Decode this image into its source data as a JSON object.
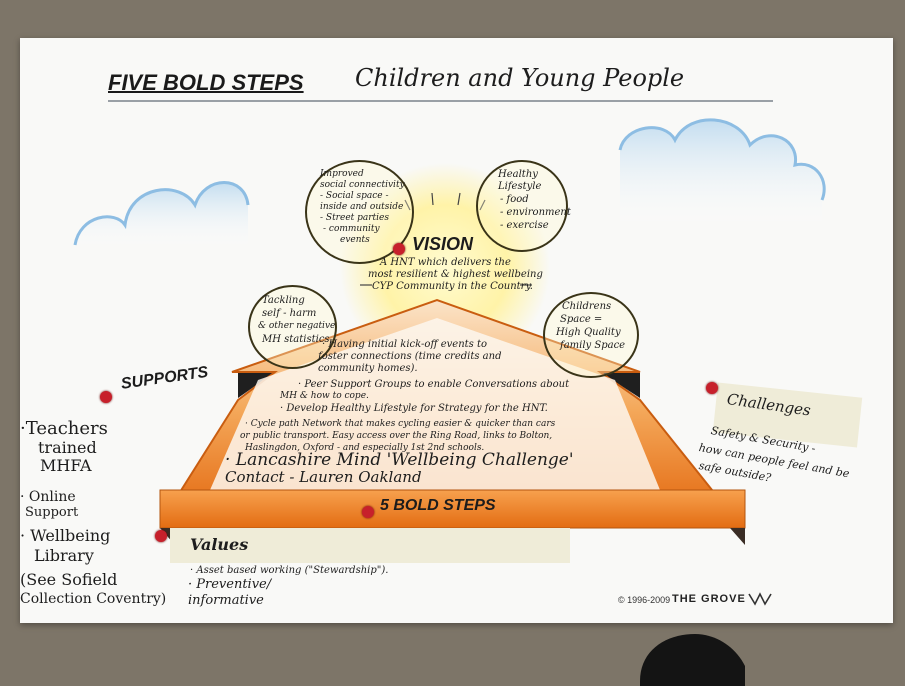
{
  "poster": {
    "title": "FIVE BOLD STEPS",
    "subtitle": "Children and Young People",
    "vision_label": "VISION",
    "vision_text": [
      "A HNT which delivers the",
      "most resilient & highest wellbeing",
      "CYP Community in the Country."
    ],
    "supports_label": "SUPPORTS",
    "challenges_label": "Challenges",
    "challenges_text": [
      "Safety & Security -",
      "how can people feel and be",
      "safe outside?"
    ],
    "five_steps_label": "5 BOLD STEPS",
    "values_label": "Values",
    "values_items": [
      "· Asset based working (\"Stewardship\").",
      "· Preventive/",
      "  informative"
    ],
    "copyright": "© 1996-2009",
    "brand": "THE GROVE"
  },
  "bubbles": {
    "social": [
      "Improved",
      "social connectivity",
      "- Social space -",
      "inside and outside",
      "- Street parties",
      "- community",
      "events"
    ],
    "healthy": [
      "Healthy",
      "Lifestyle",
      "- food",
      "- environment",
      "- exercise"
    ],
    "self_harm": [
      "Tackling",
      "self - harm",
      "& other negative",
      "MH statistics."
    ],
    "childrens": [
      "Childrens",
      "Space =",
      "High Quality",
      "family Space"
    ]
  },
  "steps_text": [
    "· Having initial kick-off events to",
    "  foster connections (time credits and",
    "  community homes).",
    "· Peer Support Groups to enable Conversations about",
    "  MH & how to cope.",
    "· Develop Healthy Lifestyle for Strategy for the HNT.",
    "· Cycle path Network that makes cycling easier & quicker than cars",
    "  or public transport. Easy access over the Ring Road, links to Bolton,",
    "  Haslingdon, Oxford - and especially 1st 2nd schools.",
    "· Lancashire Mind 'Wellbeing Challenge'",
    "  Contact - Lauren Oakland"
  ],
  "supports_notes": [
    "·Teachers",
    " trained",
    " MHFA",
    "",
    "· Online",
    " Support",
    "· Wellbeing",
    " Library",
    "(See Sofield",
    " Collection Coventry)"
  ],
  "colors": {
    "floor": "#7d7568",
    "orange": "#f08a2c",
    "red_dot": "#c7202b",
    "cloud": "#9fc7e6"
  }
}
